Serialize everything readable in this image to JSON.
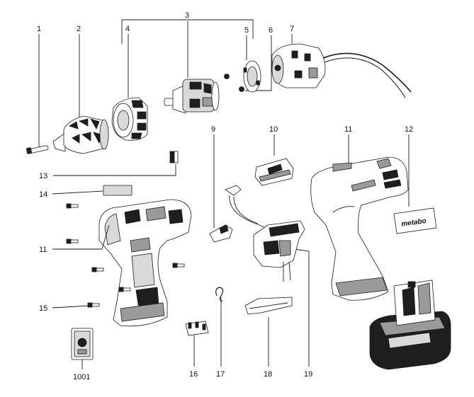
{
  "labels": {
    "p1": "1",
    "p2": "2",
    "p3": "3",
    "p4": "4",
    "p5": "5",
    "p6": "6",
    "p7": "7",
    "p9": "9",
    "p10": "10",
    "p11a": "11",
    "p11b": "11",
    "p12": "12",
    "p13": "13",
    "p14": "14",
    "p15": "15",
    "p16": "16",
    "p17": "17",
    "p18": "18",
    "p19": "19",
    "p1001": "1001"
  },
  "brand_plate_text": "metabo",
  "colors": {
    "line": "#1a1a1a",
    "dark_fill": "#1e1e1e",
    "mid_fill": "#9a9a9a",
    "light_fill": "#d9d9d9",
    "background": "#ffffff"
  }
}
